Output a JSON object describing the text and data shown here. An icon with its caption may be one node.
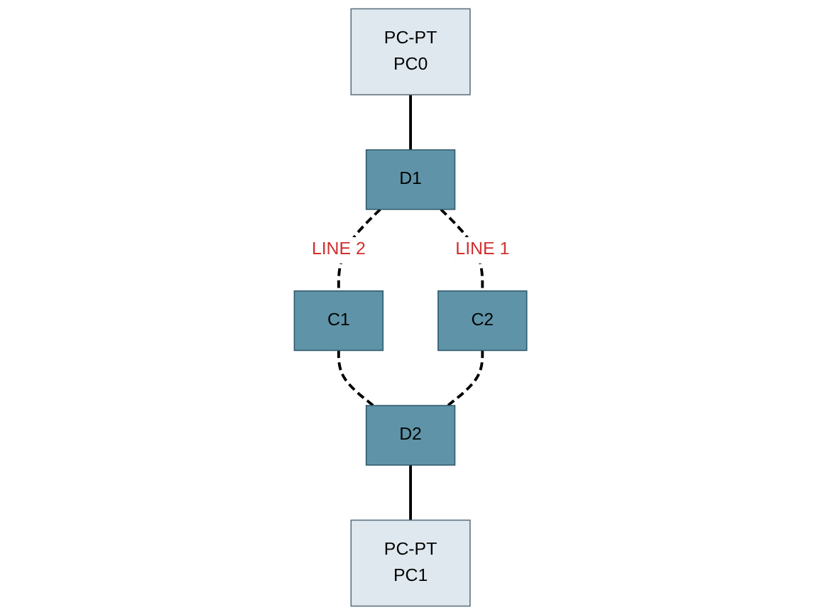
{
  "diagram": {
    "nodes": [
      {
        "text": [
          "C1"
        ]
      },
      {
        "text": [
          "C2"
        ]
      },
      {
        "text": [
          "PC-PT",
          "PC0"
        ]
      },
      {
        "text": [
          "D1"
        ]
      },
      {
        "text": [
          "D2"
        ]
      },
      {
        "text": [
          "PC-PT",
          "PC1"
        ]
      }
    ],
    "edges": [
      {
        "from": 2,
        "to": 3,
        "arrow": "none"
      },
      {
        "from": 3,
        "to": 0,
        "arrow": "none",
        "style": "dashed",
        "label": "LINE 2"
      },
      {
        "from": 3,
        "to": 1,
        "arrow": "none",
        "style": "dashed",
        "label": "LINE 1"
      },
      {
        "from": 0,
        "to": 4,
        "arrow": "none",
        "style": "dashed"
      },
      {
        "from": 1,
        "to": 4,
        "arrow": "none",
        "style": "dashed"
      },
      {
        "from": 4,
        "to": 5,
        "arrow": "none"
      }
    ]
  }
}
